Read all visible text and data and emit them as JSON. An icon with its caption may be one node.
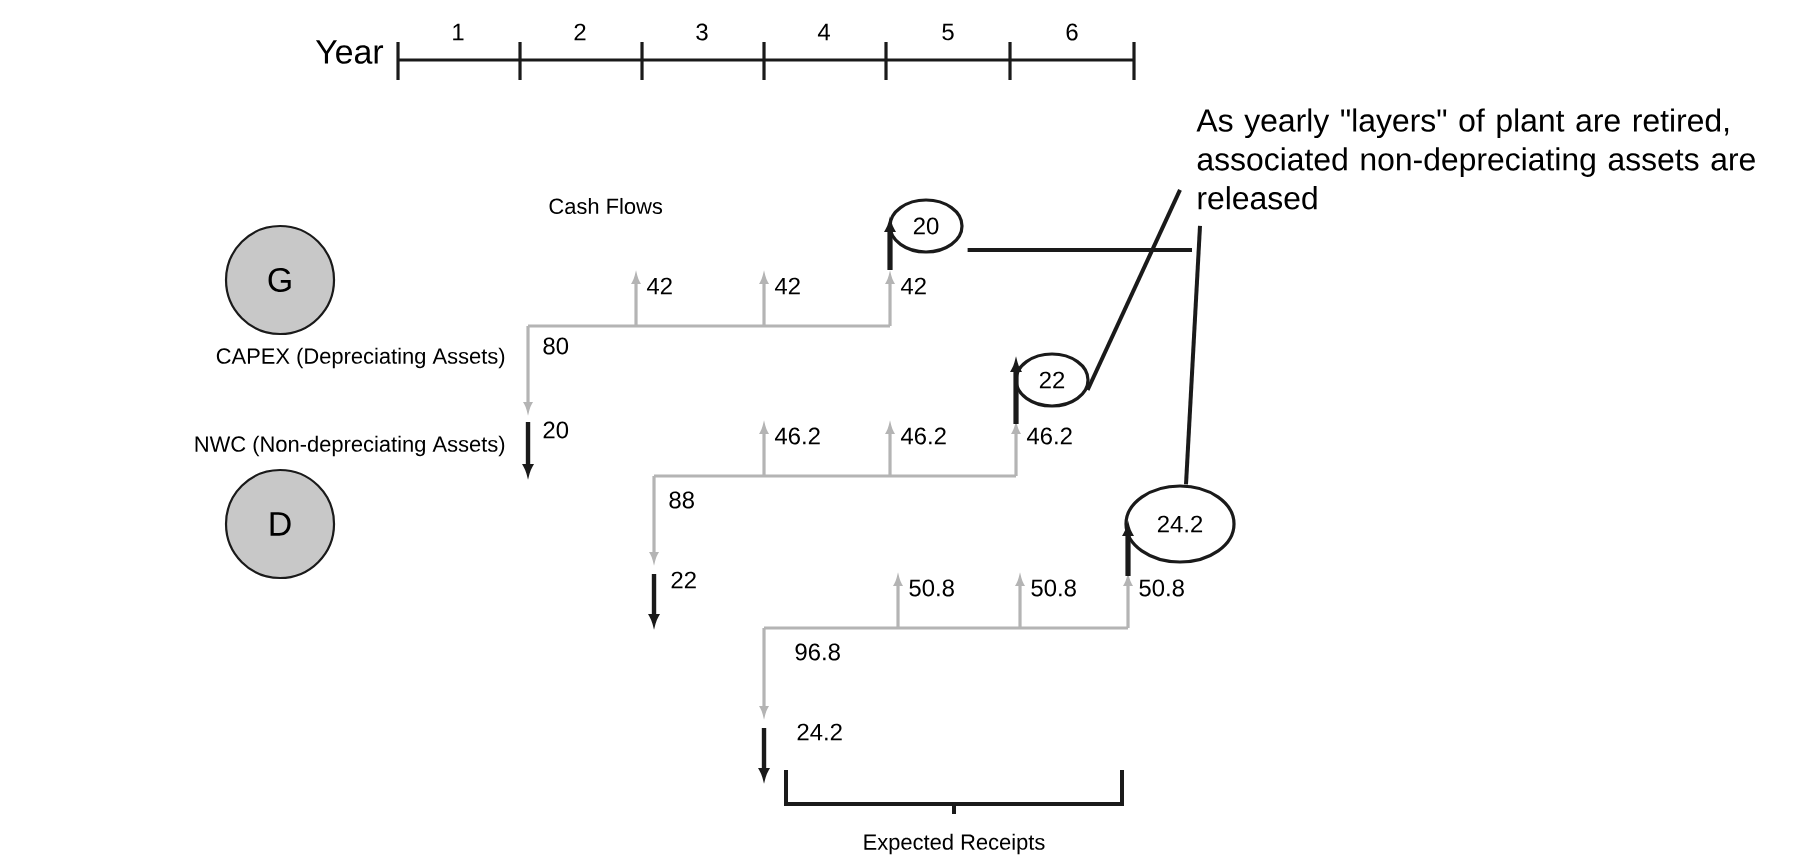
{
  "diagram": {
    "nodes": [
      {
        "text": [
          "As yearly \"layers\" of plant are retired, associated non-depreciating assets are released"
        ]
      },
      {
        "text": [
          "G"
        ]
      },
      {
        "text": [
          "20"
        ]
      },
      {
        "text": [
          "22"
        ]
      },
      {
        "text": [
          "D"
        ]
      },
      {
        "text": [
          "24.2"
        ]
      }
    ],
    "edges": [
      {
        "from": 0,
        "to": 2,
        "arrow": "none"
      },
      {
        "from": 0,
        "to": 3,
        "arrow": "none"
      },
      {
        "from": 0,
        "to": 5,
        "arrow": "none"
      }
    ],
    "labels": [
      "Year",
      "1",
      "2",
      "3",
      "4",
      "5",
      "6",
      "Cash Flows",
      "42",
      "42",
      "42",
      "CAPEX (Depreciating Assets)",
      "80",
      "NWC (Non-depreciating Assets)",
      "20",
      "46.2",
      "46.2",
      "46.2",
      "88",
      "22",
      "50.8",
      "50.8",
      "50.8",
      "96.8",
      "24.2",
      "Expected Receipts"
    ]
  }
}
